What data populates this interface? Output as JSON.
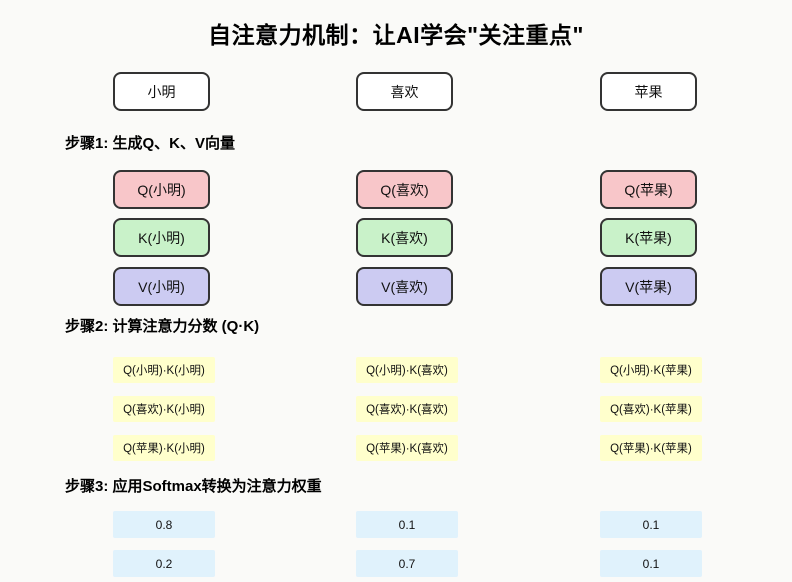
{
  "title": "自注意力机制：让AI学会\"关注重点\"",
  "tokens": [
    "小明",
    "喜欢",
    "苹果"
  ],
  "step1": {
    "label": "步骤1: 生成Q、K、V向量",
    "q": [
      "Q(小明)",
      "Q(喜欢)",
      "Q(苹果)"
    ],
    "k": [
      "K(小明)",
      "K(喜欢)",
      "K(苹果)"
    ],
    "v": [
      "V(小明)",
      "V(喜欢)",
      "V(苹果)"
    ]
  },
  "step2": {
    "label": "步骤2: 计算注意力分数 (Q·K)",
    "rows": [
      [
        "Q(小明)·K(小明)",
        "Q(小明)·K(喜欢)",
        "Q(小明)·K(苹果)"
      ],
      [
        "Q(喜欢)·K(小明)",
        "Q(喜欢)·K(喜欢)",
        "Q(喜欢)·K(苹果)"
      ],
      [
        "Q(苹果)·K(小明)",
        "Q(苹果)·K(喜欢)",
        "Q(苹果)·K(苹果)"
      ]
    ]
  },
  "step3": {
    "label": "步骤3: 应用Softmax转换为注意力权重",
    "rows": [
      [
        "0.8",
        "0.1",
        "0.1"
      ],
      [
        "0.2",
        "0.7",
        "0.1"
      ]
    ]
  },
  "colors": {
    "background": "#fafaf8",
    "token_fill": "#ffffff",
    "q_fill": "#f8c6c9",
    "k_fill": "#c9f2c9",
    "v_fill": "#cccbf2",
    "score_fill": "#ffffcc",
    "weight_fill": "#e0f2fc",
    "border": "#333333"
  }
}
